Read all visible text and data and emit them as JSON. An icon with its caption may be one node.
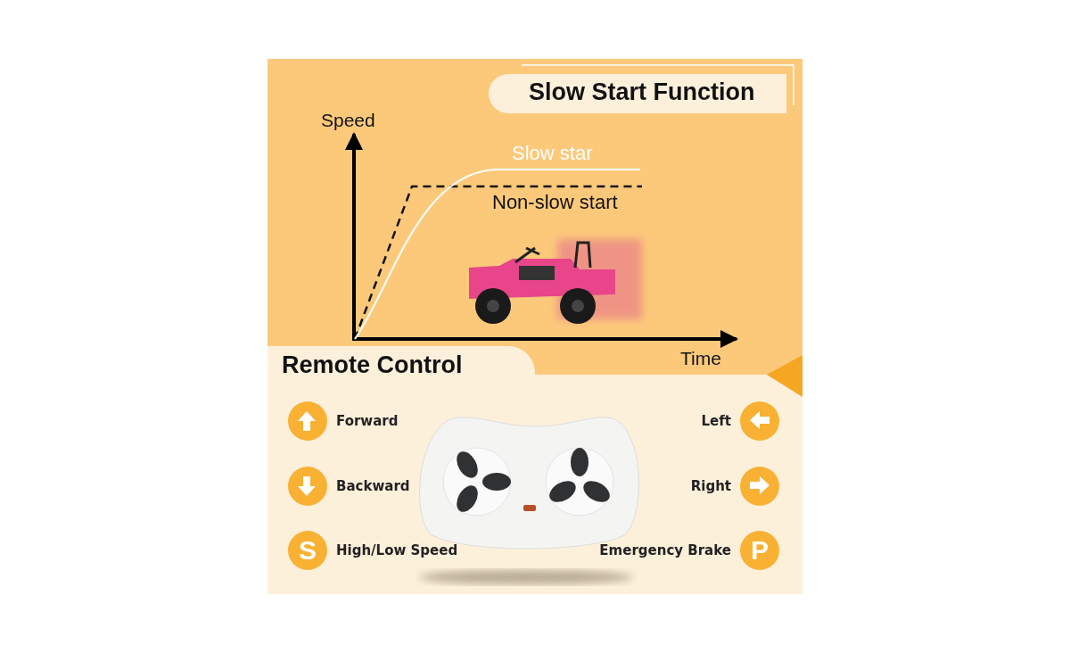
{
  "diagram": {
    "title": "Slow Start Function",
    "nodes": [
      {
        "text": [
          "Remote Control"
        ]
      },
      {
        "text": [],
        "shape": "circle",
        "beside": [
          "Forward"
        ]
      },
      {
        "text": [],
        "shape": "circle",
        "beside": [
          "Left"
        ]
      },
      {
        "text": [],
        "shape": "circle",
        "beside": [
          "Backward"
        ]
      },
      {
        "text": [],
        "shape": "circle",
        "beside": [
          "Right"
        ]
      },
      {
        "text": [
          "S"
        ],
        "beside": [
          "High/Low Speed"
        ]
      },
      {
        "text": [
          "P"
        ],
        "beside": [
          "Emergency Brake"
        ]
      }
    ],
    "labels": [
      "Speed",
      "Slow star",
      "Non-slow start",
      "Time"
    ]
  }
}
